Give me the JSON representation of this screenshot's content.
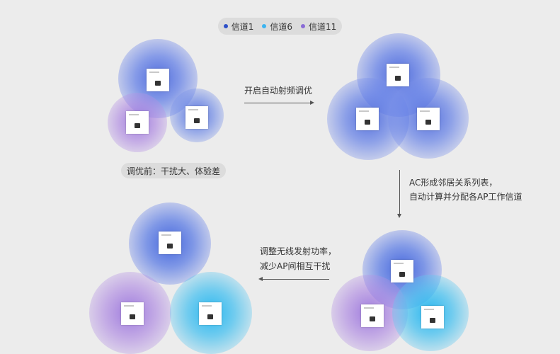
{
  "legend": {
    "items": [
      {
        "label": "信道1",
        "color": "#2e50c8"
      },
      {
        "label": "信道6",
        "color": "#3cb4f0"
      },
      {
        "label": "信道11",
        "color": "#8a6cd6"
      }
    ]
  },
  "steps": {
    "step1_label": "开启自动射频调优",
    "before_label": "调优前：干扰大、体验差",
    "step2_line1": "AC形成邻居关系列表，",
    "step2_line2": "自动计算并分配各AP工作信道",
    "step3_line1": "调整无线发射功率，",
    "step3_line2": "减少AP间相互干扰"
  },
  "colors": {
    "channel1": "#3b5fd6",
    "channel6": "#22b8f0",
    "channel11": "#9b73d8"
  }
}
